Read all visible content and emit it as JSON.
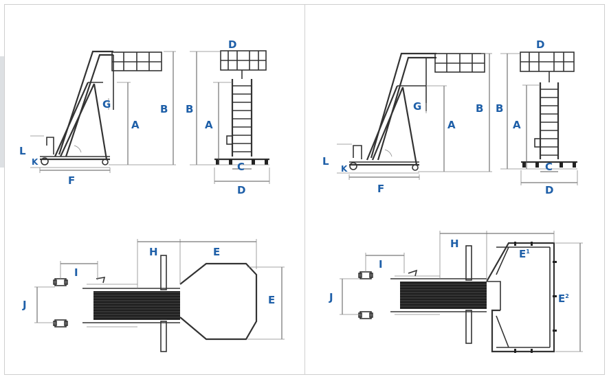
{
  "left": {
    "side": {
      "L": "L",
      "K": "K",
      "F": "F",
      "G": "G",
      "A": "A",
      "B": "B"
    },
    "front": {
      "D_top": "D",
      "B": "B",
      "A": "A",
      "C": "C",
      "D_bottom": "D"
    },
    "plan": {
      "H": "H",
      "I": "I",
      "J": "J",
      "E_top": "E",
      "E_right": "E"
    }
  },
  "right": {
    "side": {
      "L": "L",
      "K": "K",
      "F": "F",
      "G": "G",
      "A": "A",
      "B": "B"
    },
    "front": {
      "D_top": "D",
      "B": "B",
      "A": "A",
      "C": "C",
      "D_bottom": "D"
    },
    "plan": {
      "H": "H",
      "I": "I",
      "J": "J",
      "E1": "E",
      "E1_sup": "1",
      "E2": "E",
      "E2_sup": "2"
    }
  }
}
